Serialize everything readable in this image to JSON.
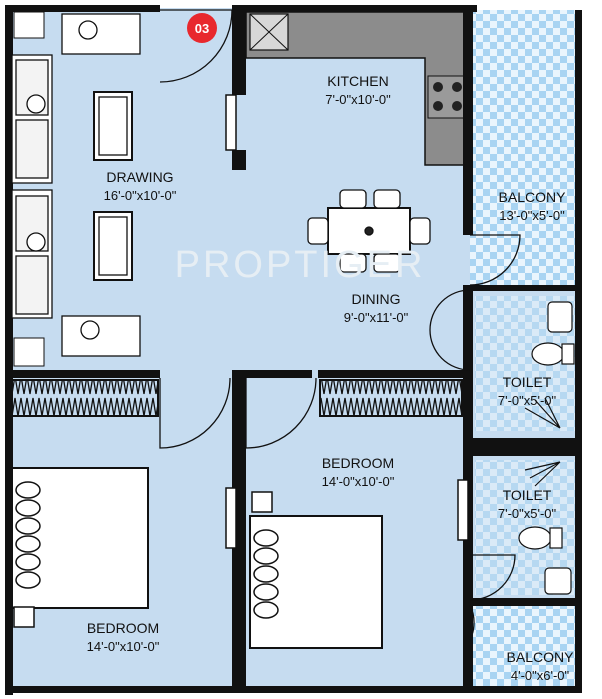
{
  "unit_badge": "03",
  "watermark": "PROPTIGER",
  "rooms": [
    {
      "id": "kitchen",
      "name": "KITCHEN",
      "size": "7'-0\"x10'-0\""
    },
    {
      "id": "drawing",
      "name": "DRAWING",
      "size": "16'-0\"x10'-0\""
    },
    {
      "id": "dining",
      "name": "DINING",
      "size": "9'-0\"x11'-0\""
    },
    {
      "id": "balcony1",
      "name": "BALCONY",
      "size": "13'-0\"x5'-0\""
    },
    {
      "id": "toilet1",
      "name": "TOILET",
      "size": "7'-0\"x5'-0\""
    },
    {
      "id": "toilet2",
      "name": "TOILET",
      "size": "7'-0\"x5'-0\""
    },
    {
      "id": "bedroom1",
      "name": "BEDROOM",
      "size": "14'-0\"x10'-0\""
    },
    {
      "id": "bedroom2",
      "name": "BEDROOM",
      "size": "14'-0\"x10'-0\""
    },
    {
      "id": "balcony2",
      "name": "BALCONY",
      "size": "4'-0\"x6'-0\""
    }
  ],
  "colors": {
    "floor": "#c6dcf0",
    "wall": "#111111",
    "counter": "#8c8c8c",
    "balcony_tile": "#a9d4f2",
    "badge": "#e8282d"
  }
}
